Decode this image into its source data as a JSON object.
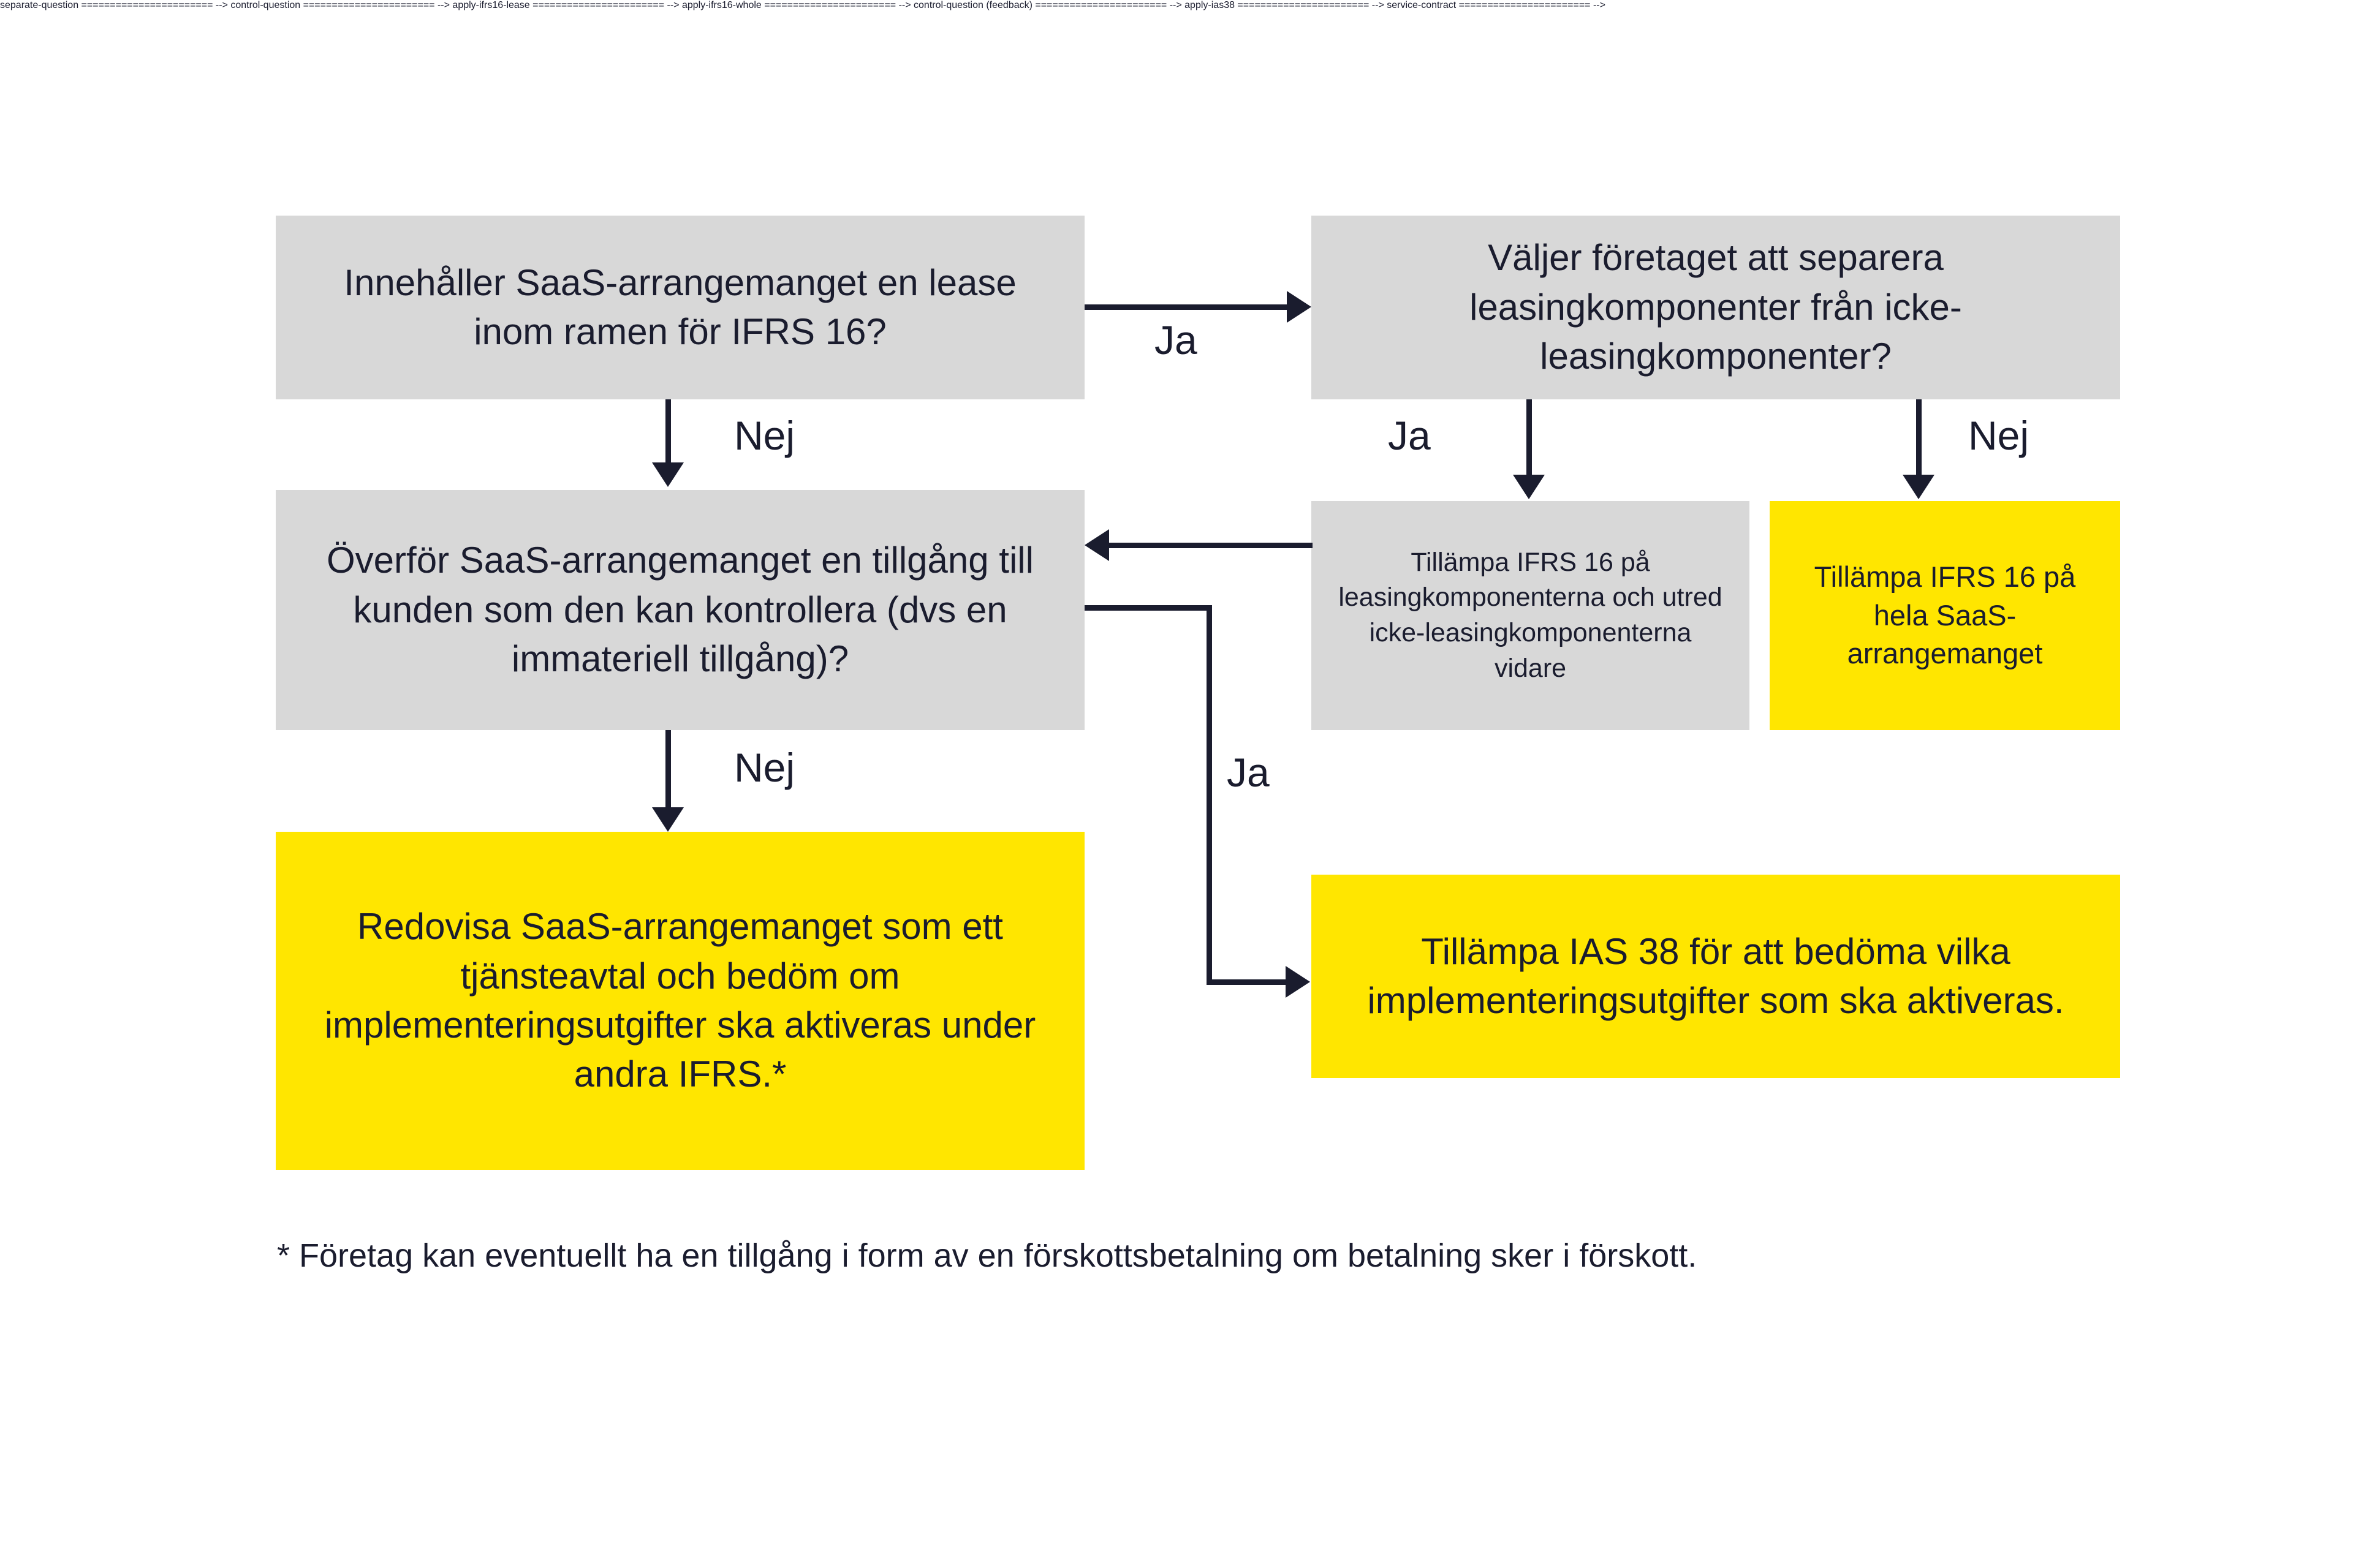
{
  "diagram": {
    "title_colors": {
      "decision_fill": "#d8d8d8",
      "outcome_fill": "#ffe600",
      "text": "#1a1c2e",
      "connector": "#1a1c2e",
      "background": "#ffffff"
    },
    "nodes": [
      {
        "id": "lease-question",
        "kind": "decision",
        "fill": "#d8d8d8",
        "text": "Innehåller SaaS-arrangemanget en lease inom ramen för IFRS 16?"
      },
      {
        "id": "separate-question",
        "kind": "decision",
        "fill": "#d8d8d8",
        "text": "Väljer företaget att separera leasingkomponenter från icke-leasingkomponenter?"
      },
      {
        "id": "control-question",
        "kind": "decision",
        "fill": "#d8d8d8",
        "text": "Överför SaaS-arrangemanget en tillgång till kunden som den kan kontrollera (dvs en immateriell tillgång)?"
      },
      {
        "id": "apply-ifrs16-lease",
        "kind": "outcome",
        "fill": "#d8d8d8",
        "text": "Tillämpa IFRS 16 på leasingkomponenterna och utred icke-leasingkomponenterna vidare"
      },
      {
        "id": "apply-ifrs16-whole",
        "kind": "outcome",
        "fill": "#ffe600",
        "text": "Tillämpa IFRS 16 på hela SaaS-arrangemanget"
      },
      {
        "id": "service-contract",
        "kind": "outcome",
        "fill": "#ffe600",
        "text": "Redovisa SaaS-arrangemanget som ett tjänsteavtal och bedöm om implementeringsutgifter ska aktiveras under andra IFRS.*"
      },
      {
        "id": "apply-ias38",
        "kind": "outcome",
        "fill": "#ffe600",
        "text": "Tillämpa IAS 38 för att bedöma vilka implementeringsutgifter som ska aktiveras."
      }
    ],
    "edges": [
      {
        "id": "lease-yes",
        "label": "Ja",
        "from": "lease-question",
        "to": "separate-question"
      },
      {
        "id": "lease-no",
        "label": "Nej",
        "from": "lease-question",
        "to": "control-question"
      },
      {
        "id": "separate-yes",
        "label": "Ja",
        "from": "separate-question",
        "to": "apply-ifrs16-lease"
      },
      {
        "id": "separate-no",
        "label": "Nej",
        "from": "separate-question",
        "to": "apply-ifrs16-whole"
      },
      {
        "id": "lease-back",
        "label": "",
        "from": "apply-ifrs16-lease",
        "to": "control-question"
      },
      {
        "id": "control-yes",
        "label": "Ja",
        "from": "control-question",
        "to": "apply-ias38"
      },
      {
        "id": "control-no",
        "label": "Nej",
        "from": "control-question",
        "to": "service-contract"
      }
    ],
    "footnote": "* Företag kan eventuellt ha en tillgång i form av en förskottsbetalning om betalning sker i förskott."
  }
}
